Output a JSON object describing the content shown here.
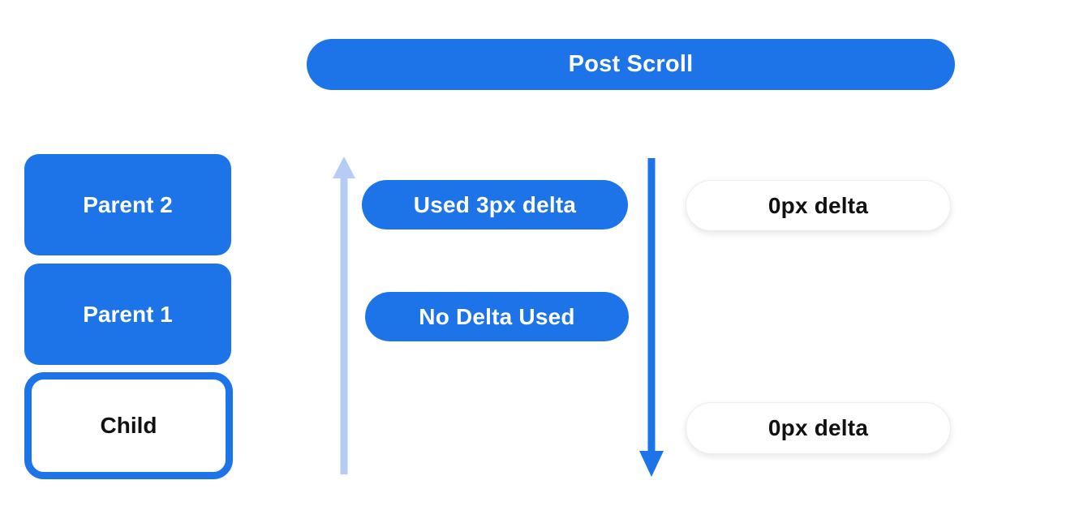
{
  "title": "Post Scroll",
  "colors": {
    "blue": "#1d73e8",
    "light_blue": "#b5cdf3"
  },
  "left_stack": {
    "parent2_label": "Parent 2",
    "parent1_label": "Parent 1",
    "child_label": "Child"
  },
  "middle_column": {
    "used_delta_label": "Used 3px delta",
    "no_delta_label": "No Delta Used",
    "arrow_direction": "up"
  },
  "right_column": {
    "top_delta_label": "0px delta",
    "bottom_delta_label": "0px delta",
    "arrow_direction": "down"
  }
}
